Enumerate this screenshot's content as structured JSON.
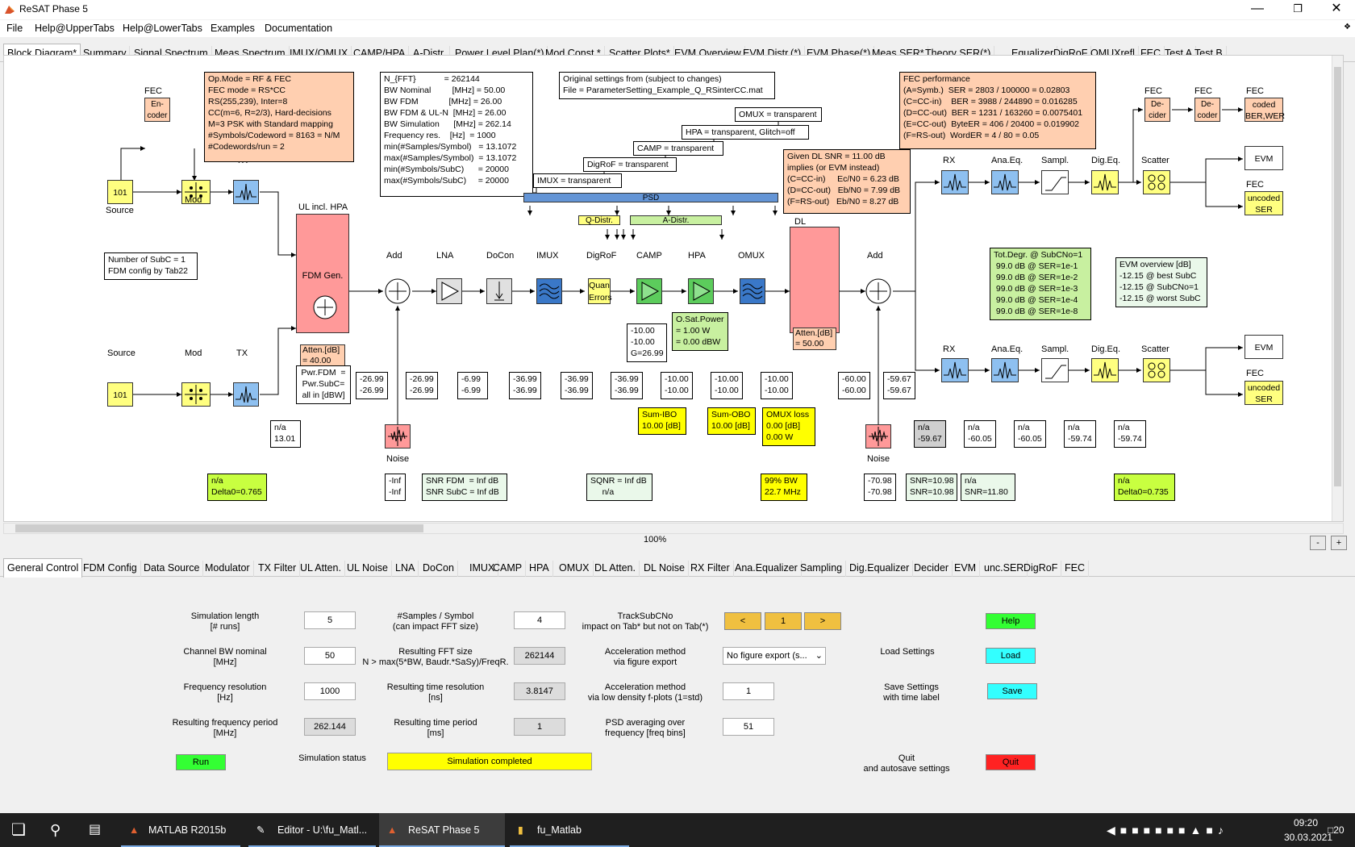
{
  "window": {
    "title": "ReSAT Phase 5"
  },
  "menu": [
    "File",
    "Help@UpperTabs",
    "Help@LowerTabs",
    "Examples",
    "Documentation"
  ],
  "upper_tabs": [
    "Block Diagram*",
    "Summary",
    "Signal Spectrum",
    "Meas.Spectrum",
    "IMUX/OMUX",
    "CAMP/HPA",
    "A-Distr.",
    "Power Level Plan(*)",
    "Mod.Const.*",
    "Scatter Plots*",
    "EVM Overview",
    "EVM Distr.(*)",
    "EVM Phase(*)",
    "Meas.SER*",
    "Theory SER(*)",
    "Equalizer",
    "DigRoF",
    "OMUXrefl",
    "FEC",
    "Test A",
    "Test B"
  ],
  "diagram": {
    "opmode": "Op.Mode = RF & FEC\nFEC mode = RS*CC\nRS(255,239), Inter=8\nCC(m=6, R=2/3), Hard-decisions\nM=3 PSK with Standard mapping\n#Symbols/Codeword = 8163 = N/M\n#Codewords/run = 2",
    "fft": "N_{FFT}            = 262144\nBW Nominal         [MHz] = 50.00\nBW FDM             [MHz] = 26.00\nBW FDM & UL-N  [MHz] = 26.00\nBW Simulation      [MHz] = 262.14\nFrequency res.    [Hz]  = 1000\nmin(#Samples/Symbol)   = 13.1072\nmax(#Samples/Symbol)  = 13.1072\nmin(#Symbols/SubC)      = 20000\nmax(#Symbols/SubC)     = 20000",
    "orig": "Original settings from (subject to changes)\nFile = ParameterSetting_Example_Q_RSinterCC.mat",
    "fec_perf": "FEC performance\n(A=Symb.)  SER = 2803 / 100000 = 0.02803\n(C=CC-in)    BER = 3988 / 244890 = 0.016285\n(D=CC-out)  BER = 1231 / 163260 = 0.0075401\n(E=CC-out)  ByteER = 406 / 20400 = 0.019902\n(F=RS-out)  WordER = 4 / 80 = 0.05",
    "dl_snr": "Given DL SNR = 11.00 dB\nimplies (or EVM instead)\n(C=CC-in)     Ec/N0 = 6.23 dB\n(D=CC-out)   Eb/N0 = 7.99 dB\n(F=RS-out)   Eb/N0 = 8.27 dB",
    "omux_t": "OMUX = transparent",
    "hpa_t": "HPA = transparent, Glitch=off",
    "camp_t": "CAMP = transparent",
    "digrof_t": "DigRoF = transparent",
    "imux_t": "IMUX = transparent",
    "psd": "PSD",
    "qdistr": "Q-Distr.",
    "adistr": "A-Distr.",
    "nsubc": "Number of SubC = 1\nFDM config by Tab22",
    "tot_degr": "Tot.Degr. @ SubCNo=1\n 99.0 dB @ SER=1e-1\n 99.0 dB @ SER=1e-2\n 99.0 dB @ SER=1e-3\n 99.0 dB @ SER=1e-4\n 99.0 dB @ SER=1e-8",
    "evm_ov": "EVM overview [dB]\n-12.15 @ best SubC\n-12.15 @ SubCNo=1\n-12.15 @ worst SubC",
    "labels": {
      "fec": "FEC",
      "encoder": "En-\ncoder",
      "source": "Source",
      "mod": "Mod",
      "tx": "TX",
      "ul": "UL incl. HPA",
      "fdm": "FDM Gen.",
      "ul_atten": "Atten.[dB]\n= 40.00",
      "add": "Add",
      "lna": "LNA",
      "docon": "DoCon",
      "imux": "IMUX",
      "digrof": "DigRoF",
      "quant": "Quan\nErrors",
      "camp": "CAMP",
      "hpa": "HPA",
      "omux": "OMUX",
      "dl": "DL",
      "dl_atten": "Atten.[dB]\n= 50.00",
      "noise": "Noise",
      "rx": "RX",
      "anaeq": "Ana.Eq.",
      "sampl": "Sampl.",
      "digeq": "Dig.Eq.",
      "scatter": "Scatter",
      "decider": "De-\ncider",
      "decoder": "De-\ncoder",
      "coded": "coded\nBER,WER",
      "evm": "EVM",
      "uncoded": "uncoded\nSER",
      "src_val": "101"
    },
    "camp_vals": "-10.00\n-10.00\nG=26.99",
    "osat": "O.Sat.Power\n= 1.00 W\n= 0.00 dBW",
    "pwr_fdm": "Pwr.FDM  =\nPwr.SubC=\nall in [dBW]",
    "levels": [
      "-26.99\n-26.99",
      "-26.99\n-26.99",
      "-6.99\n-6.99",
      "-36.99\n-36.99",
      "-36.99\n-36.99",
      "-36.99\n-36.99",
      "-10.00\n-10.00",
      "-10.00\n-10.00",
      "-10.00\n-10.00",
      "-60.00\n-60.00",
      "-59.67\n-59.67"
    ],
    "na_1301": "n/a\n13.01",
    "sum_ibo": "Sum-IBO\n10.00 [dB]",
    "sum_obo": "Sum-OBO\n10.00 [dB]",
    "omux_loss": "OMUX loss\n0.00 [dB]\n0.00 W",
    "rx_vals": [
      "n/a\n-59.67",
      "n/a\n-60.05",
      "n/a\n-60.05",
      "n/a\n-59.74",
      "n/a\n-59.74"
    ],
    "delta_l": "n/a\nDelta0=0.765",
    "inf": "-Inf\n-Inf",
    "snr_fdm": "SNR FDM  = Inf dB\nSNR SubC = Inf dB",
    "sqnr": "SQNR = Inf dB\n     n/a",
    "bw99": "99% BW\n22.7 MHz",
    "noise_dl": "-70.98\n-70.98",
    "snr_a": "SNR=10.98\nSNR=10.98",
    "snr_b": "n/a\nSNR=11.80",
    "delta_r": "n/a\nDelta0=0.735"
  },
  "zoom": "100%",
  "zoom_minus": "-",
  "zoom_plus": "+",
  "lower_tabs": [
    "General Control",
    "FDM Config",
    "Data Source",
    "Modulator",
    "TX Filter",
    "UL Atten.",
    "UL Noise",
    "LNA",
    "DoCon",
    "IMUX",
    "CAMP",
    "HPA",
    "OMUX",
    "DL Atten.",
    "DL Noise",
    "RX Filter",
    "Ana.Equalizer",
    "Sampling",
    "Dig.Equalizer",
    "Decider",
    "EVM",
    "unc.SER",
    "DigRoF",
    "FEC"
  ],
  "control": {
    "sim_len_lbl": "Simulation length\n[# runs]",
    "sim_len": "5",
    "chbw_lbl": "Channel BW nominal\n[MHz]",
    "chbw": "50",
    "freqres_lbl": "Frequency resolution\n[Hz]",
    "freqres": "1000",
    "freqper_lbl": "Resulting frequency period\n[MHz]",
    "freqper": "262.144",
    "sps_lbl": "#Samples / Symbol\n(can impact FFT size)",
    "sps": "4",
    "fft_lbl": "Resulting FFT size\nN > max(5*BW, Baudr.*SaSy)/FreqR.",
    "fft": "262144",
    "tres_lbl": "Resulting time resolution\n[ns]",
    "tres": "3.8147",
    "tper_lbl": "Resulting time period\n[ms]",
    "tper": "1",
    "track_lbl": "TrackSubCNo\nimpact on Tab* but not on Tab(*)",
    "track_prev": "<",
    "track_val": "1",
    "track_next": ">",
    "accel1_lbl": "Acceleration method\nvia figure export",
    "accel1": "No figure export (s...",
    "accel2_lbl": "Acceleration method\nvia low density f-plots (1=std)",
    "accel2": "1",
    "psdavg_lbl": "PSD averaging over\nfrequency [freq bins]",
    "psdavg": "51",
    "help": "Help",
    "load_lbl": "Load Settings",
    "load": "Load",
    "save_lbl": "Save Settings\nwith time label",
    "save": "Save",
    "quit_lbl": "Quit\nand autosave settings",
    "quit": "Quit",
    "run": "Run",
    "status_lbl": "Simulation status",
    "status": "Simulation completed"
  },
  "taskbar": {
    "items": [
      "MATLAB R2015b",
      "Editor - U:\\fu_Matl...",
      "ReSAT Phase 5",
      "fu_Matlab"
    ],
    "time": "09:20",
    "date": "30.03.2021",
    "notif": "20"
  },
  "colors": {
    "accent_yellow": "#ffff00",
    "block_red": "#ff9999",
    "block_blue": "#8ec0f0"
  }
}
